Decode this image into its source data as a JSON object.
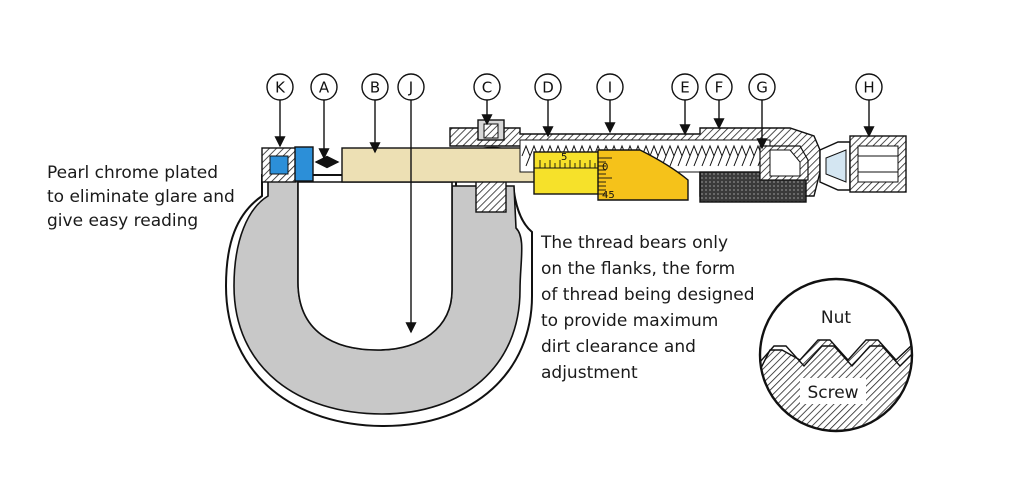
{
  "labels": {
    "k": "K",
    "a": "A",
    "b": "B",
    "j": "J",
    "c": "C",
    "d": "D",
    "i": "I",
    "e": "E",
    "f": "F",
    "g": "G",
    "h": "H"
  },
  "note_left": [
    "Pearl chrome plated",
    "to eliminate glare and",
    "give easy reading"
  ],
  "note_right": [
    "The thread bears only",
    "on the flanks, the form",
    "of thread being designed",
    "to provide maximum",
    "dirt clearance and",
    "adjustment"
  ],
  "scale": {
    "sleeve_mark": "5",
    "thimble_top": "0",
    "thimble_bottom": "45"
  },
  "inset": {
    "nut": "Nut",
    "screw": "Screw"
  },
  "colors": {
    "frame": "#c8c8c8",
    "spindle": "#ede0b4",
    "anvil": "#2c8fd8",
    "sleeve": "#f6e12a",
    "thimble": "#f5c21a"
  }
}
